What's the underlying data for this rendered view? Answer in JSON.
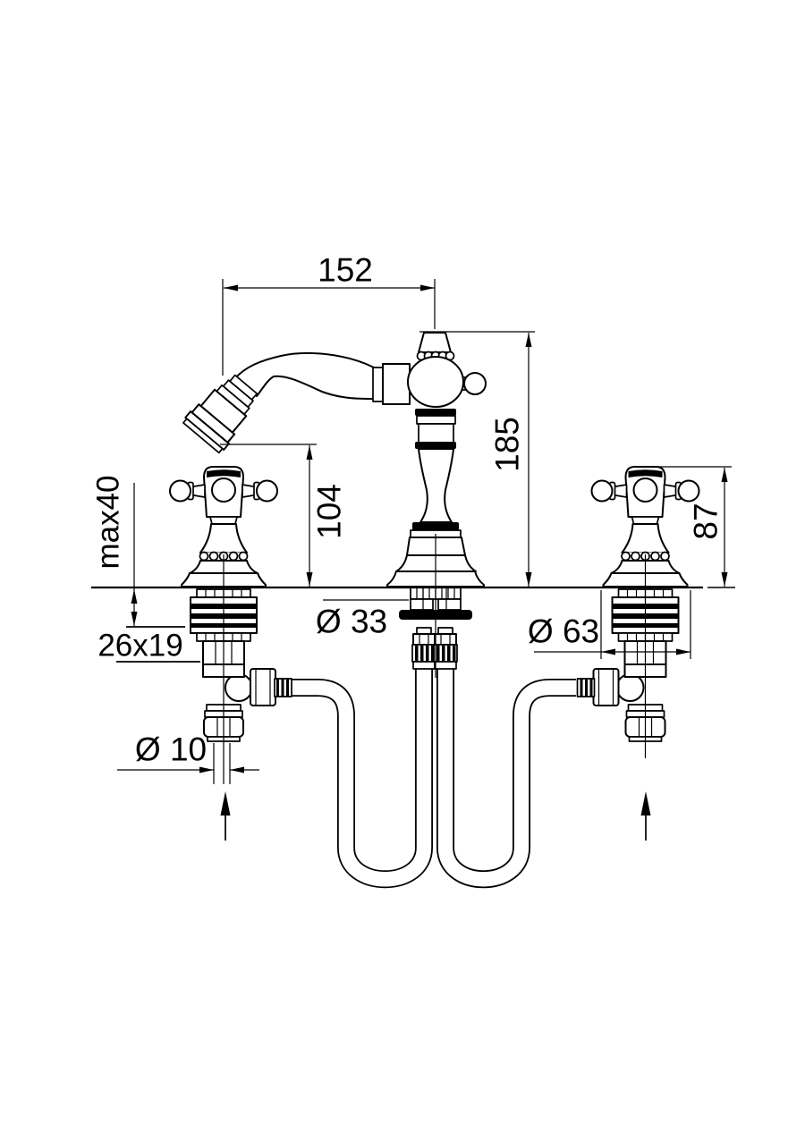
{
  "dimension_labels": {
    "spout_reach": "152",
    "spout_height_total": "185",
    "spout_outlet_height": "104",
    "handle_height": "87",
    "max_counter_thickness": "max40",
    "shank_size": "26x19",
    "center_hole_diameter": "Ø 33",
    "base_diameter": "Ø 63",
    "tail_pipe_diameter": "Ø 10"
  }
}
